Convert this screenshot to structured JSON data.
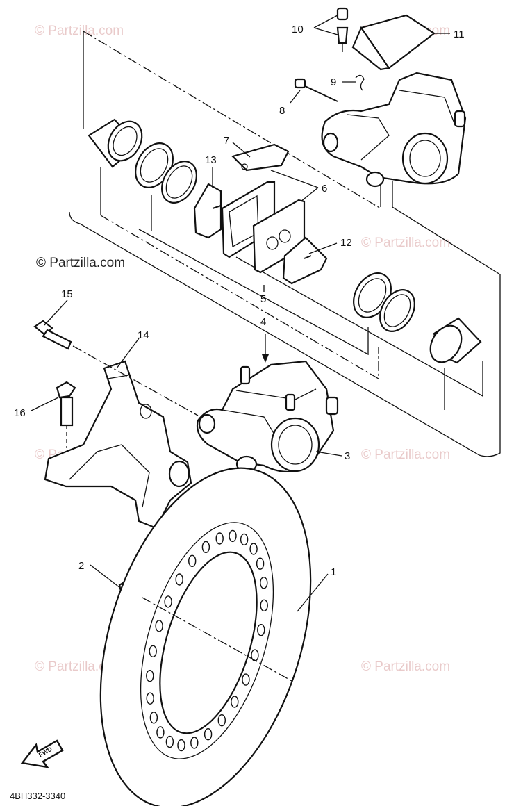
{
  "diagram": {
    "callouts": [
      "1",
      "2",
      "3",
      "4",
      "5",
      "6",
      "7",
      "8",
      "9",
      "10",
      "11",
      "12",
      "13",
      "14",
      "15",
      "16"
    ],
    "drawing_code": "4BH332-3340",
    "fwd_label": "FWD",
    "watermark": "© Partzilla.com"
  }
}
